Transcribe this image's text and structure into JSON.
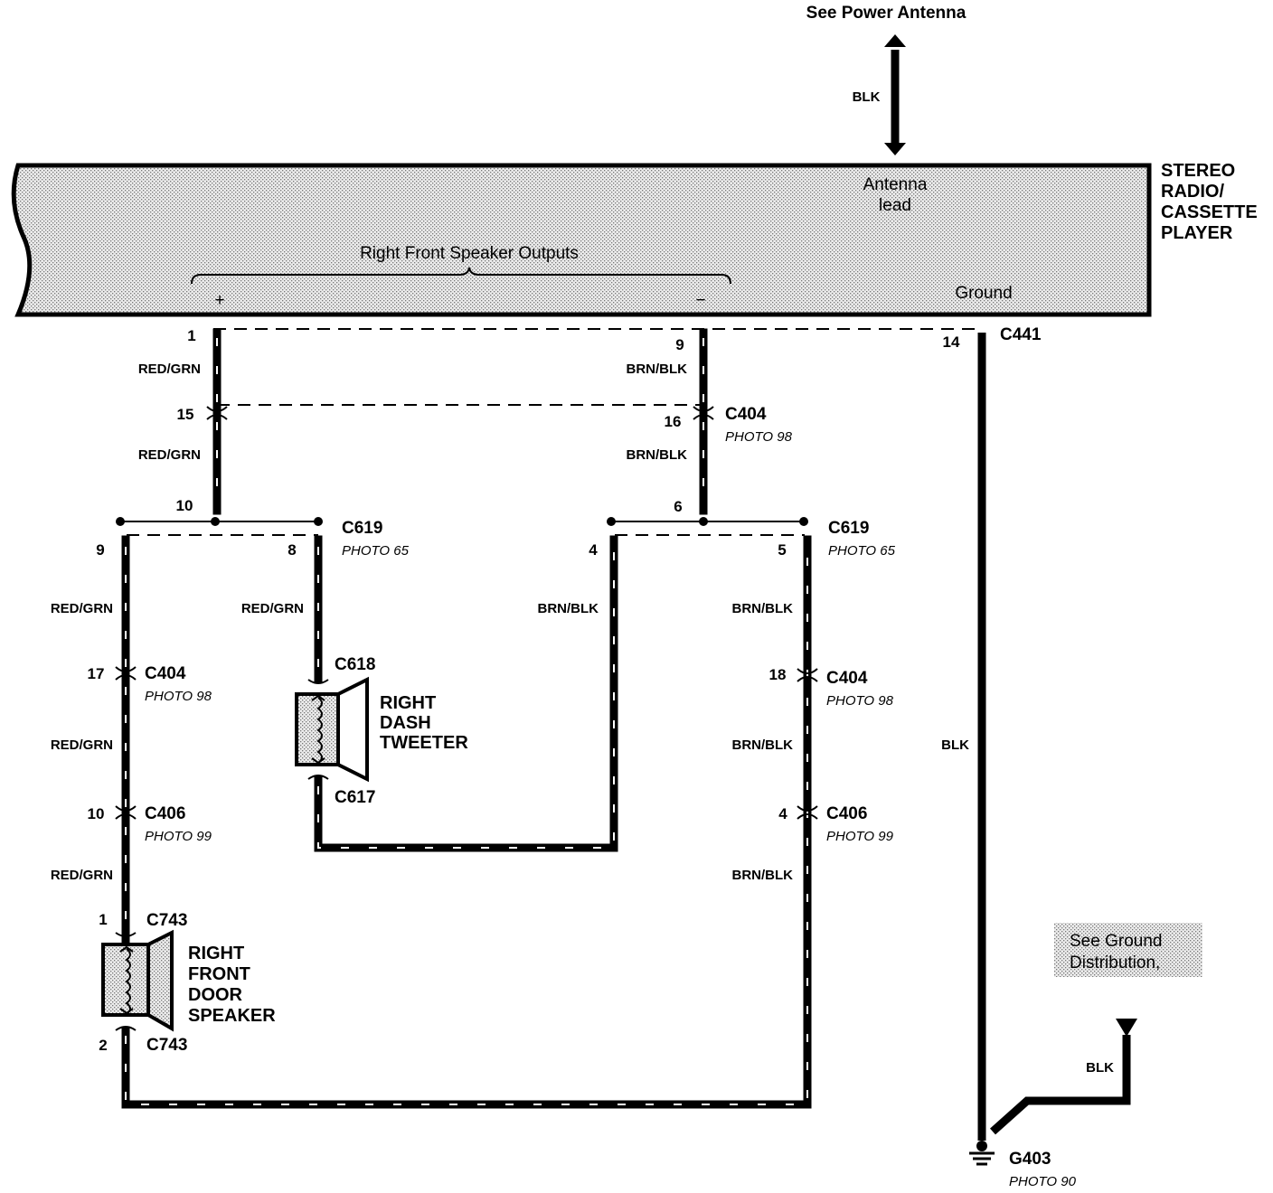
{
  "external": {
    "power_antenna_ref": "See Power Antenna",
    "antenna_wire_color": "BLK",
    "ground_ref": "See Ground\nDistribution,"
  },
  "radio": {
    "name": [
      "STEREO",
      "RADIO/",
      "CASSETTE",
      "PLAYER"
    ],
    "antenna_label": [
      "Antenna",
      "lead"
    ],
    "outputs_label": "Right Front Speaker Outputs",
    "plus": "+",
    "minus": "−",
    "ground_label": "Ground"
  },
  "connectors": {
    "c441": "C441",
    "c404": "C404",
    "c619": "C619",
    "c618": "C618",
    "c617": "C617",
    "c406": "C406",
    "c743": "C743",
    "g403": "G403"
  },
  "photos": {
    "p98": "PHOTO 98",
    "p65": "PHOTO 65",
    "p99": "PHOTO 99",
    "p90": "PHOTO 90"
  },
  "pins": {
    "radio_pos": "1",
    "radio_neg": "9",
    "radio_gnd": "14",
    "c404_pos": "15",
    "c404_neg": "16",
    "c619_pos_in": "10",
    "c619_neg_in": "6",
    "c619_door_pos": "9",
    "c619_tweeter_pos": "8",
    "c619_tweeter_neg": "4",
    "c619_door_neg": "5",
    "c404_door_pos": "17",
    "c404_door_neg": "18",
    "c406_pos": "10",
    "c406_neg": "4",
    "c743_pos": "1",
    "c743_neg": "2"
  },
  "wires": {
    "red_grn": "RED/GRN",
    "brn_blk": "BRN/BLK",
    "blk": "BLK"
  },
  "components": {
    "tweeter": [
      "RIGHT",
      "DASH",
      "TWEETER"
    ],
    "door_speaker": [
      "RIGHT",
      "FRONT",
      "DOOR",
      "SPEAKER"
    ]
  }
}
